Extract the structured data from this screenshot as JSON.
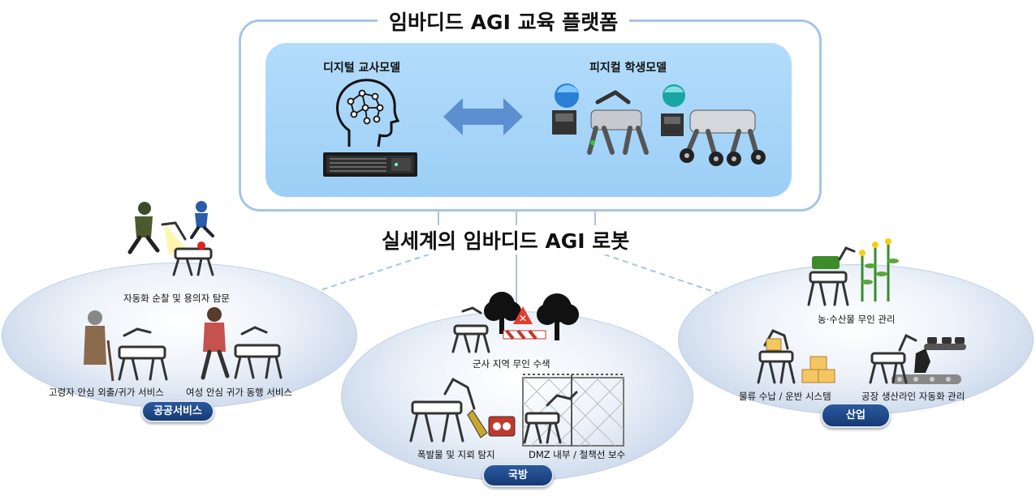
{
  "platform": {
    "title": "임바디드 AGI 교육 플랫폼",
    "teacher_label": "디지털 교사모델",
    "student_label": "피지컬 학생모델"
  },
  "realworld": {
    "title": "실세계의 임바디드 AGI 로봇"
  },
  "public": {
    "pill": "공공서비스",
    "items": [
      "자동화 순찰 및 용의자 탐문",
      "고령자 안심 외출/귀가 서비스",
      "여성 안심 귀가 동행 서비스"
    ]
  },
  "defense": {
    "pill": "국방",
    "items": [
      "군사 지역 무인 수색",
      "폭발물 및 지뢰 탐지",
      "DMZ 내부 / 철책선 보수"
    ]
  },
  "industry": {
    "pill": "산업",
    "items": [
      "농·수산물 무인 관리",
      "물류 수납 / 운반 시스템",
      "공장 생산라인 자동화 관리"
    ]
  },
  "colors": {
    "panel_border": "#a7c5e4",
    "inner_panel": "#a8d5f8",
    "arrow": "#5b8fd0",
    "pill": "#1d4584"
  }
}
